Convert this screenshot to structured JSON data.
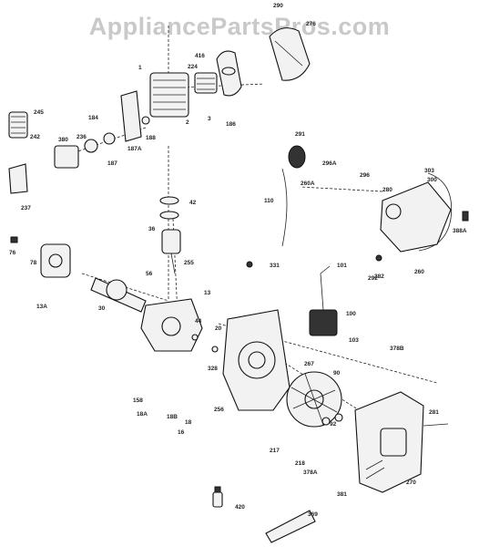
{
  "watermark": "AppliancePartsPros.com",
  "callouts": [
    "1",
    "2",
    "3",
    "13",
    "13A",
    "16",
    "18",
    "18A",
    "18B",
    "20",
    "30",
    "36",
    "42",
    "44",
    "56",
    "76",
    "78",
    "90",
    "92",
    "100",
    "101",
    "103",
    "110",
    "158",
    "184",
    "186",
    "187",
    "187A",
    "188",
    "217",
    "218",
    "224",
    "236",
    "237",
    "242",
    "245",
    "255",
    "256",
    "260",
    "260A",
    "267",
    "270",
    "276",
    "280",
    "281",
    "282",
    "290",
    "291",
    "292",
    "296",
    "296A",
    "300",
    "303",
    "328",
    "331",
    "369",
    "378A",
    "378B",
    "380",
    "381",
    "388A",
    "416",
    "420"
  ]
}
